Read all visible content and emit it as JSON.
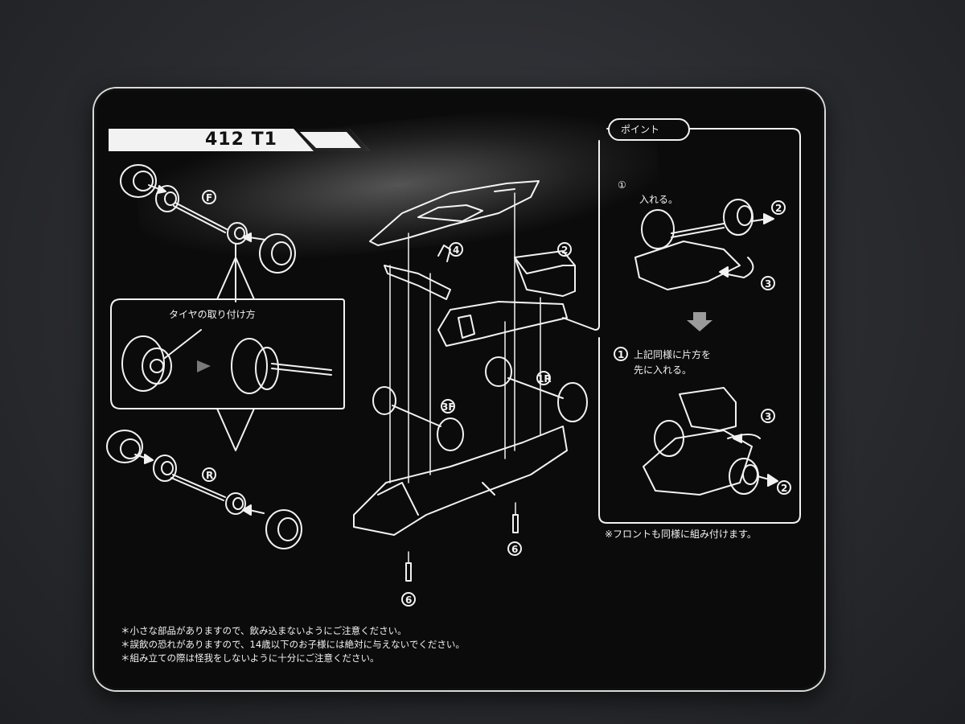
{
  "card": {
    "model_name": "412 T1",
    "point_label": "ポイント",
    "point_line1": "①",
    "point_line2": "入れる。",
    "tire_box_title": "タイヤの取り付け方",
    "step1_line1": "上記同様に片方を",
    "step1_line2": "先に入れる。",
    "front_note": "※フロントも同様に組み付けます。",
    "warnings": [
      "＊小さな部品がありますので、飲み込まないようにご注意ください。",
      "＊誤飲の恐れがありますので、14歳以下のお子様には絶対に与えないでください。",
      "＊組み立ての際は怪我をしないように十分にご注意ください。"
    ],
    "labels": {
      "f": "F",
      "r": "R",
      "n1": "1",
      "n2": "2",
      "n3": "3",
      "n4": "4",
      "n6": "6",
      "one_r": "1R",
      "three_f": "3F"
    }
  },
  "colors": {
    "card": "#0b0b0c",
    "line": "#f2f2f2",
    "background": "#2b2c30"
  }
}
